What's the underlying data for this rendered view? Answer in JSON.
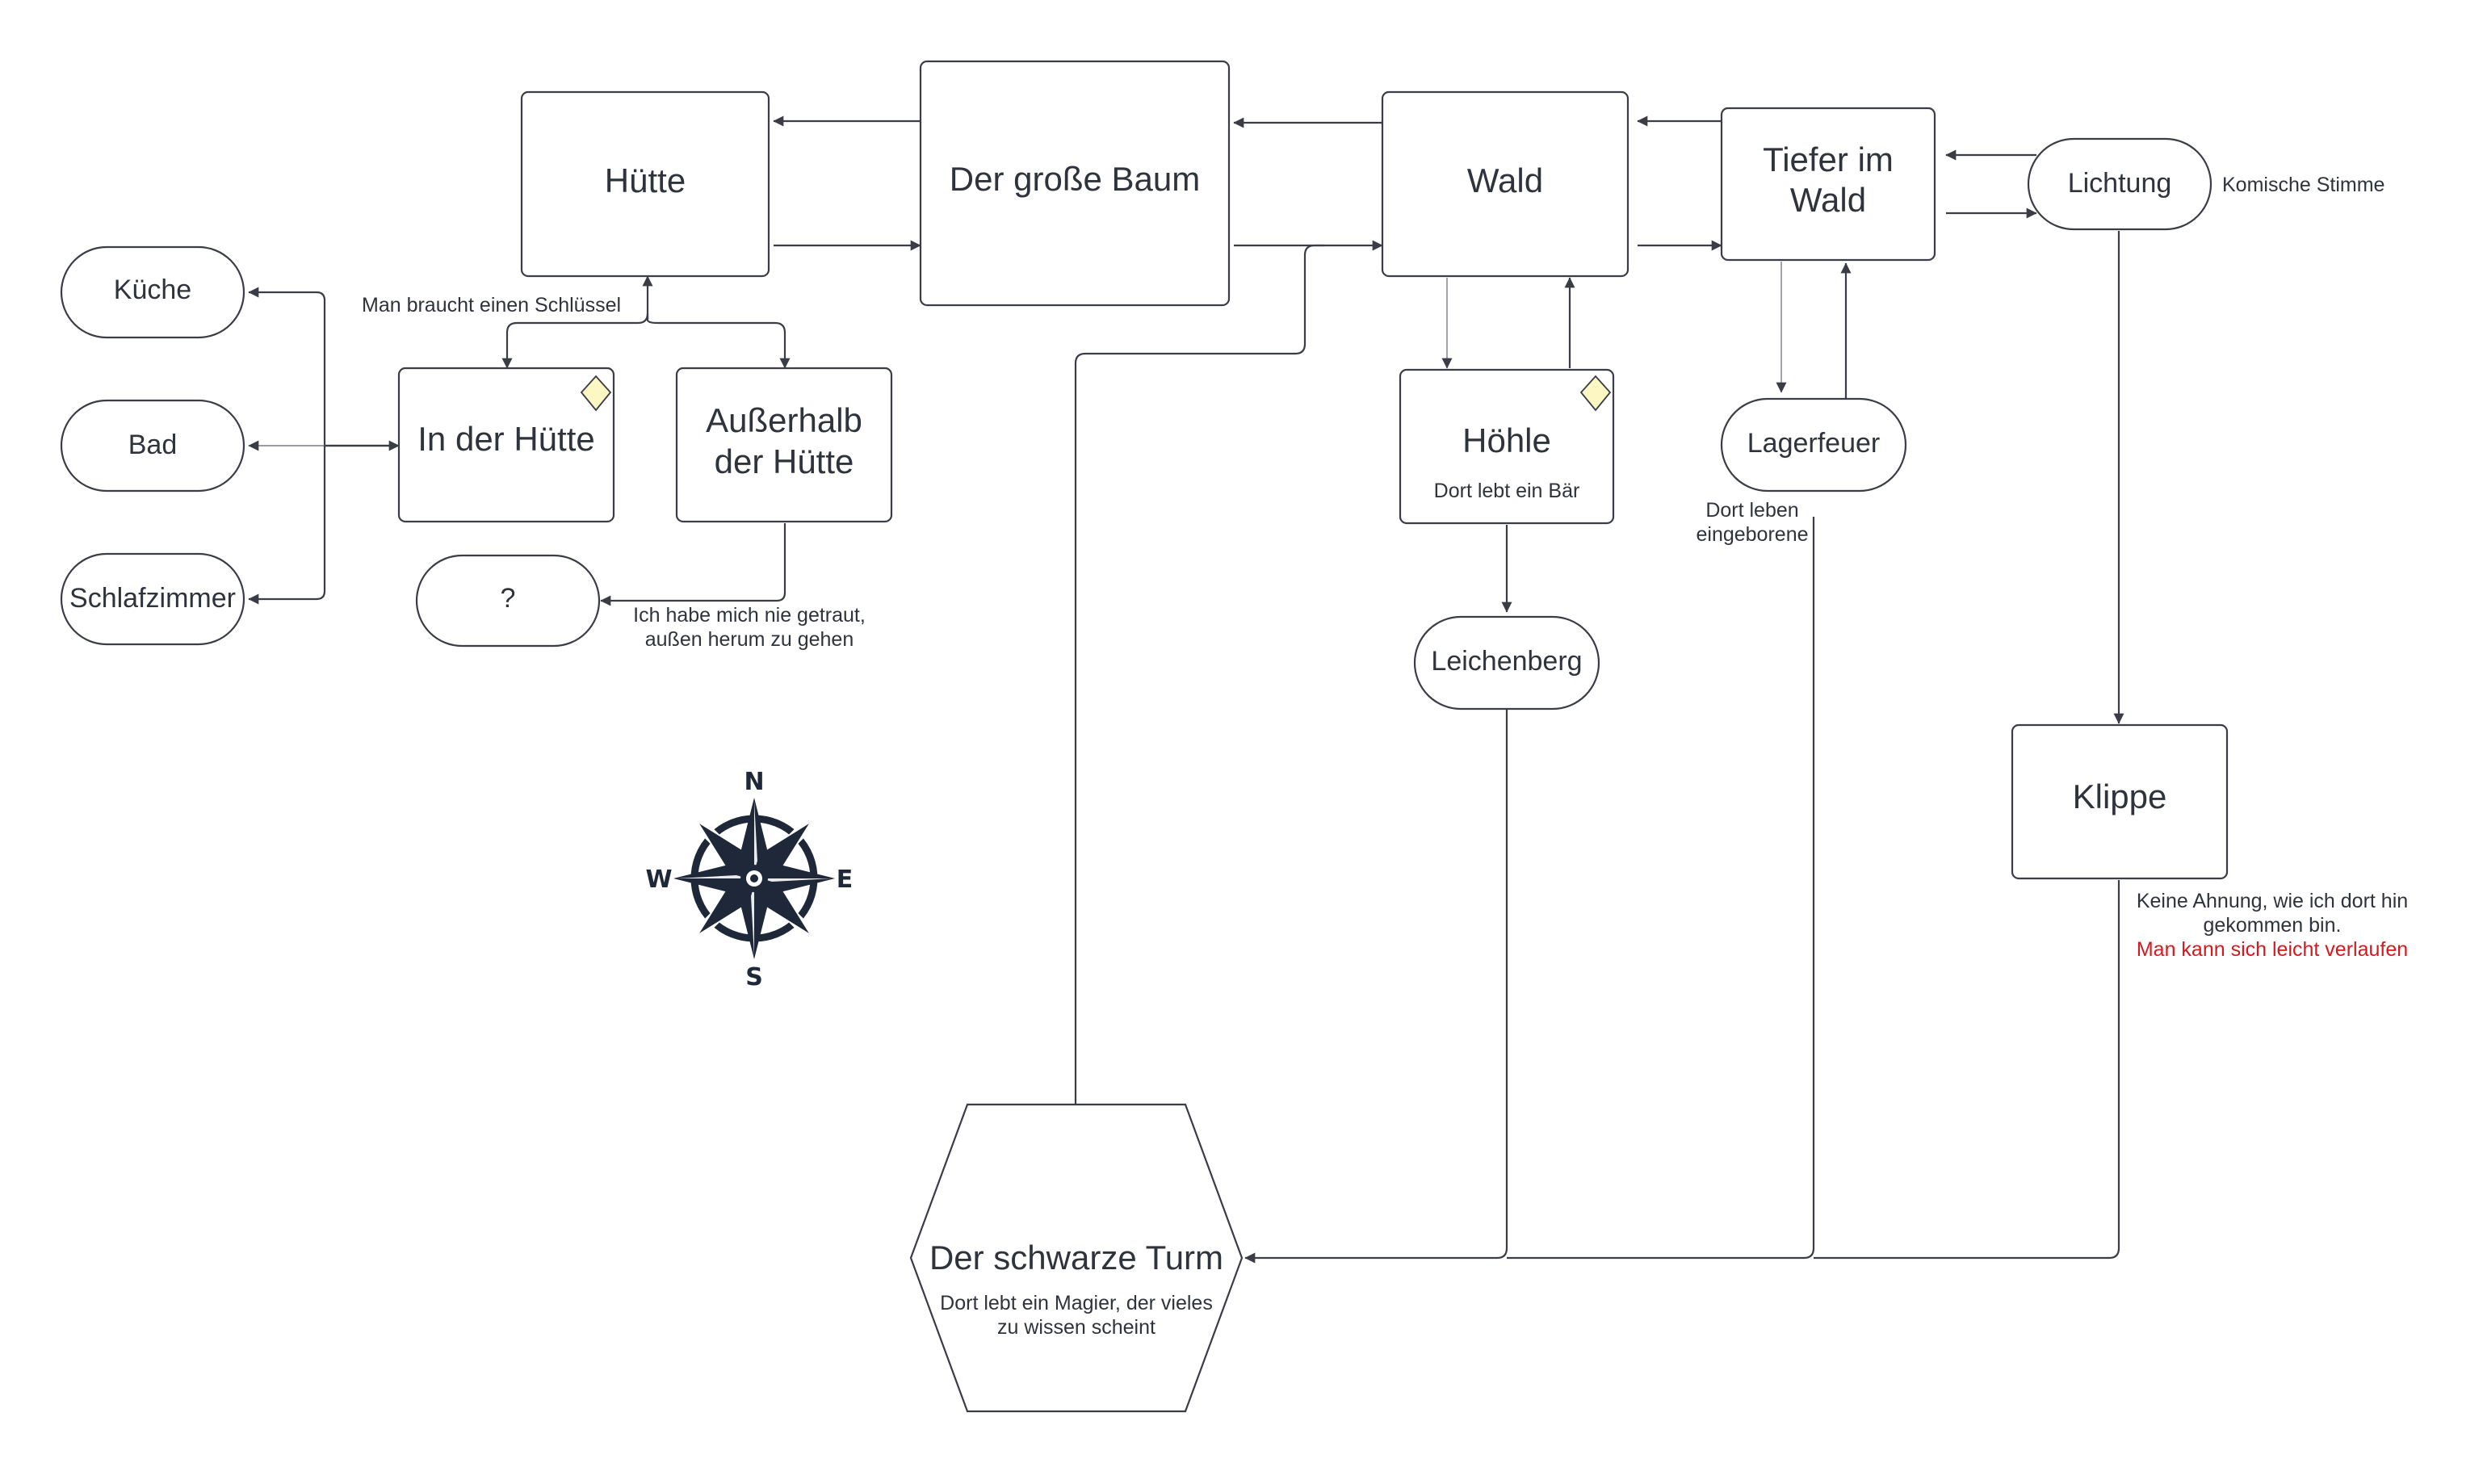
{
  "nodes": {
    "huette": "Hütte",
    "baum": "Der große Baum",
    "wald": "Wald",
    "tiefer_line1": "Tiefer im",
    "tiefer_line2": "Wald",
    "lichtung": "Lichtung",
    "kueche": "Küche",
    "bad": "Bad",
    "schlafzimmer": "Schlafzimmer",
    "in_der_huette": "In der Hütte",
    "ausserhalb_line1": "Außerhalb",
    "ausserhalb_line2": "der Hütte",
    "fragezeichen": "?",
    "hoehle": "Höhle",
    "hoehle_sub": "Dort lebt ein Bär",
    "lagerfeuer": "Lagerfeuer",
    "leichenberg": "Leichenberg",
    "klippe": "Klippe",
    "turm": "Der schwarze Turm",
    "turm_sub_line1": "Dort lebt ein Magier, der vieles",
    "turm_sub_line2": "zu wissen scheint"
  },
  "annotations": {
    "schluessel": "Man braucht einen Schlüssel",
    "getraut_line1": "Ich habe mich nie getraut,",
    "getraut_line2": "außen herum zu gehen",
    "stimme": "Komische Stimme",
    "eingeborene_line1": "Dort leben",
    "eingeborene_line2": "eingeborene",
    "ahnung_line1": "Keine Ahnung, wie ich dort hin",
    "ahnung_line2": "gekommen bin.",
    "verlaufen": "Man kann sich leicht verlaufen"
  },
  "compass": {
    "n": "N",
    "s": "S",
    "e": "E",
    "w": "W"
  },
  "colors": {
    "stroke": "#3a3d45",
    "text": "#2f333b",
    "warning": "#d6181f",
    "note": "#fdf7c3",
    "compass": "#1e2838"
  }
}
